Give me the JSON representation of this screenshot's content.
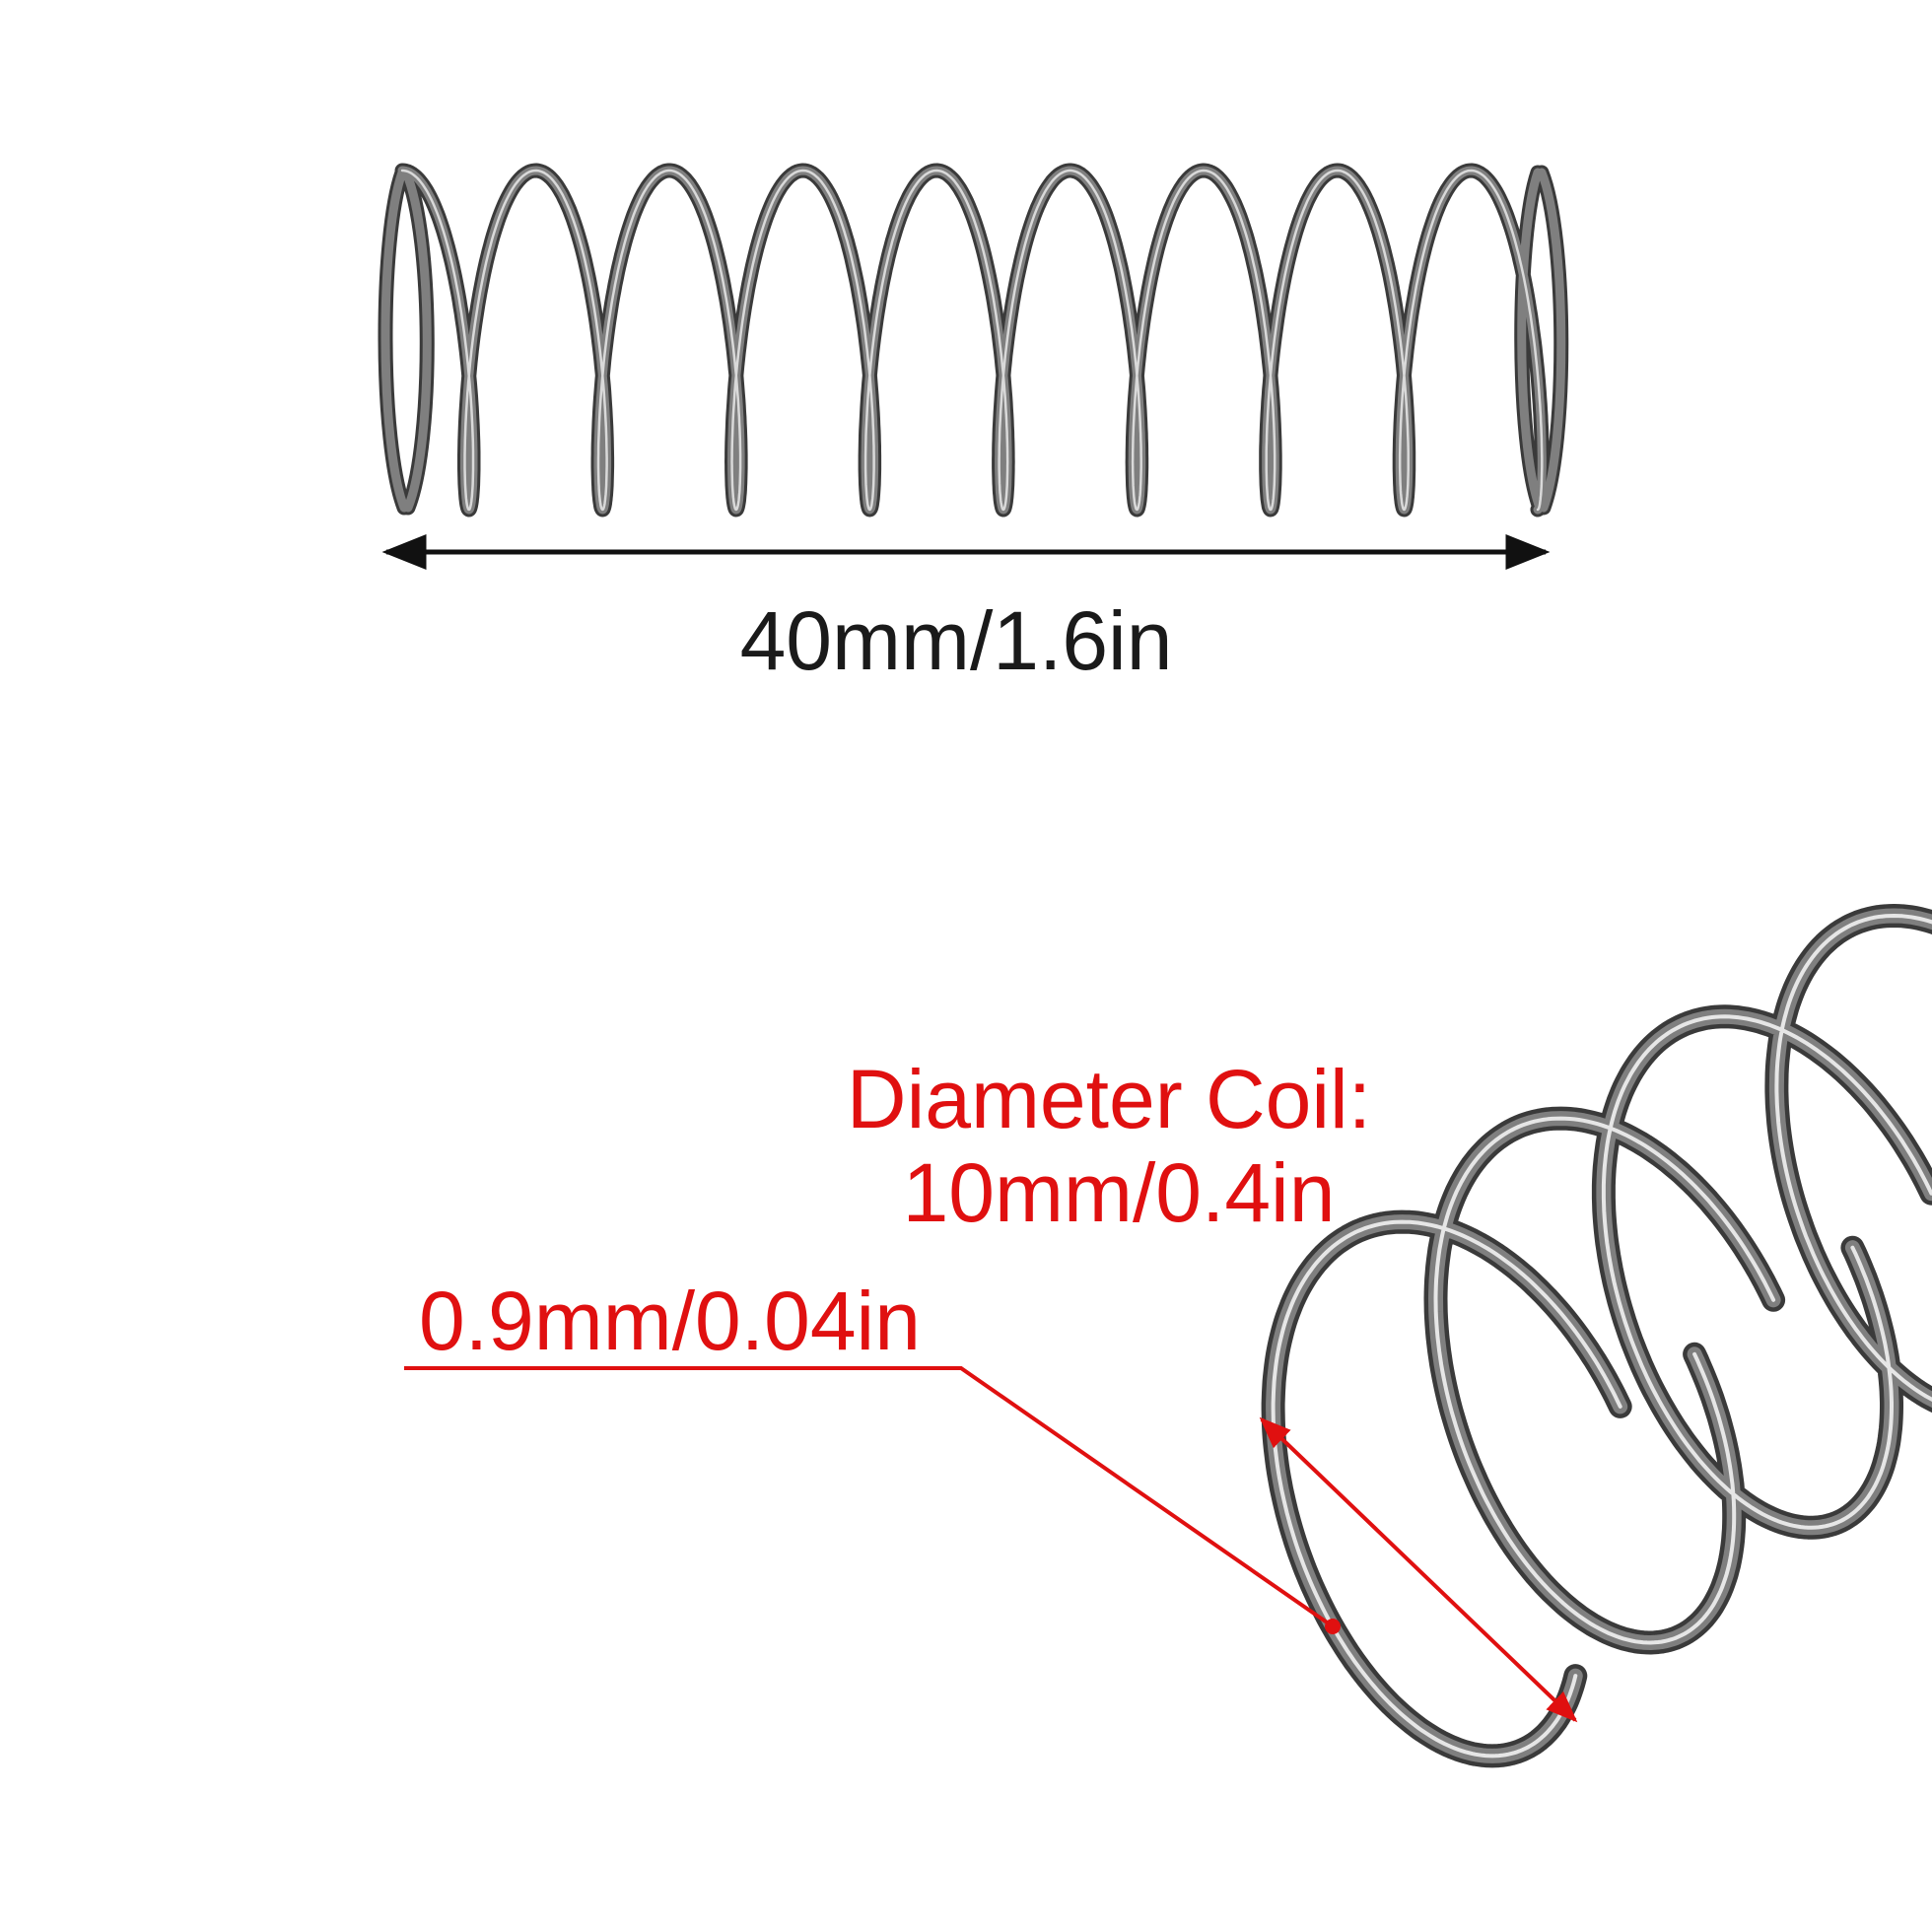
{
  "dimensions": {
    "length": "40mm/1.6in",
    "coil_diameter_label": "Diameter Coil:",
    "coil_diameter_value": "10mm/0.4in",
    "wire_diameter": "0.9mm/0.04in"
  },
  "colors": {
    "annotation": "#e01010",
    "spring_wire": "#7f7f7f",
    "spring_edge": "#3a3a3a",
    "dimension_line": "#111111"
  }
}
